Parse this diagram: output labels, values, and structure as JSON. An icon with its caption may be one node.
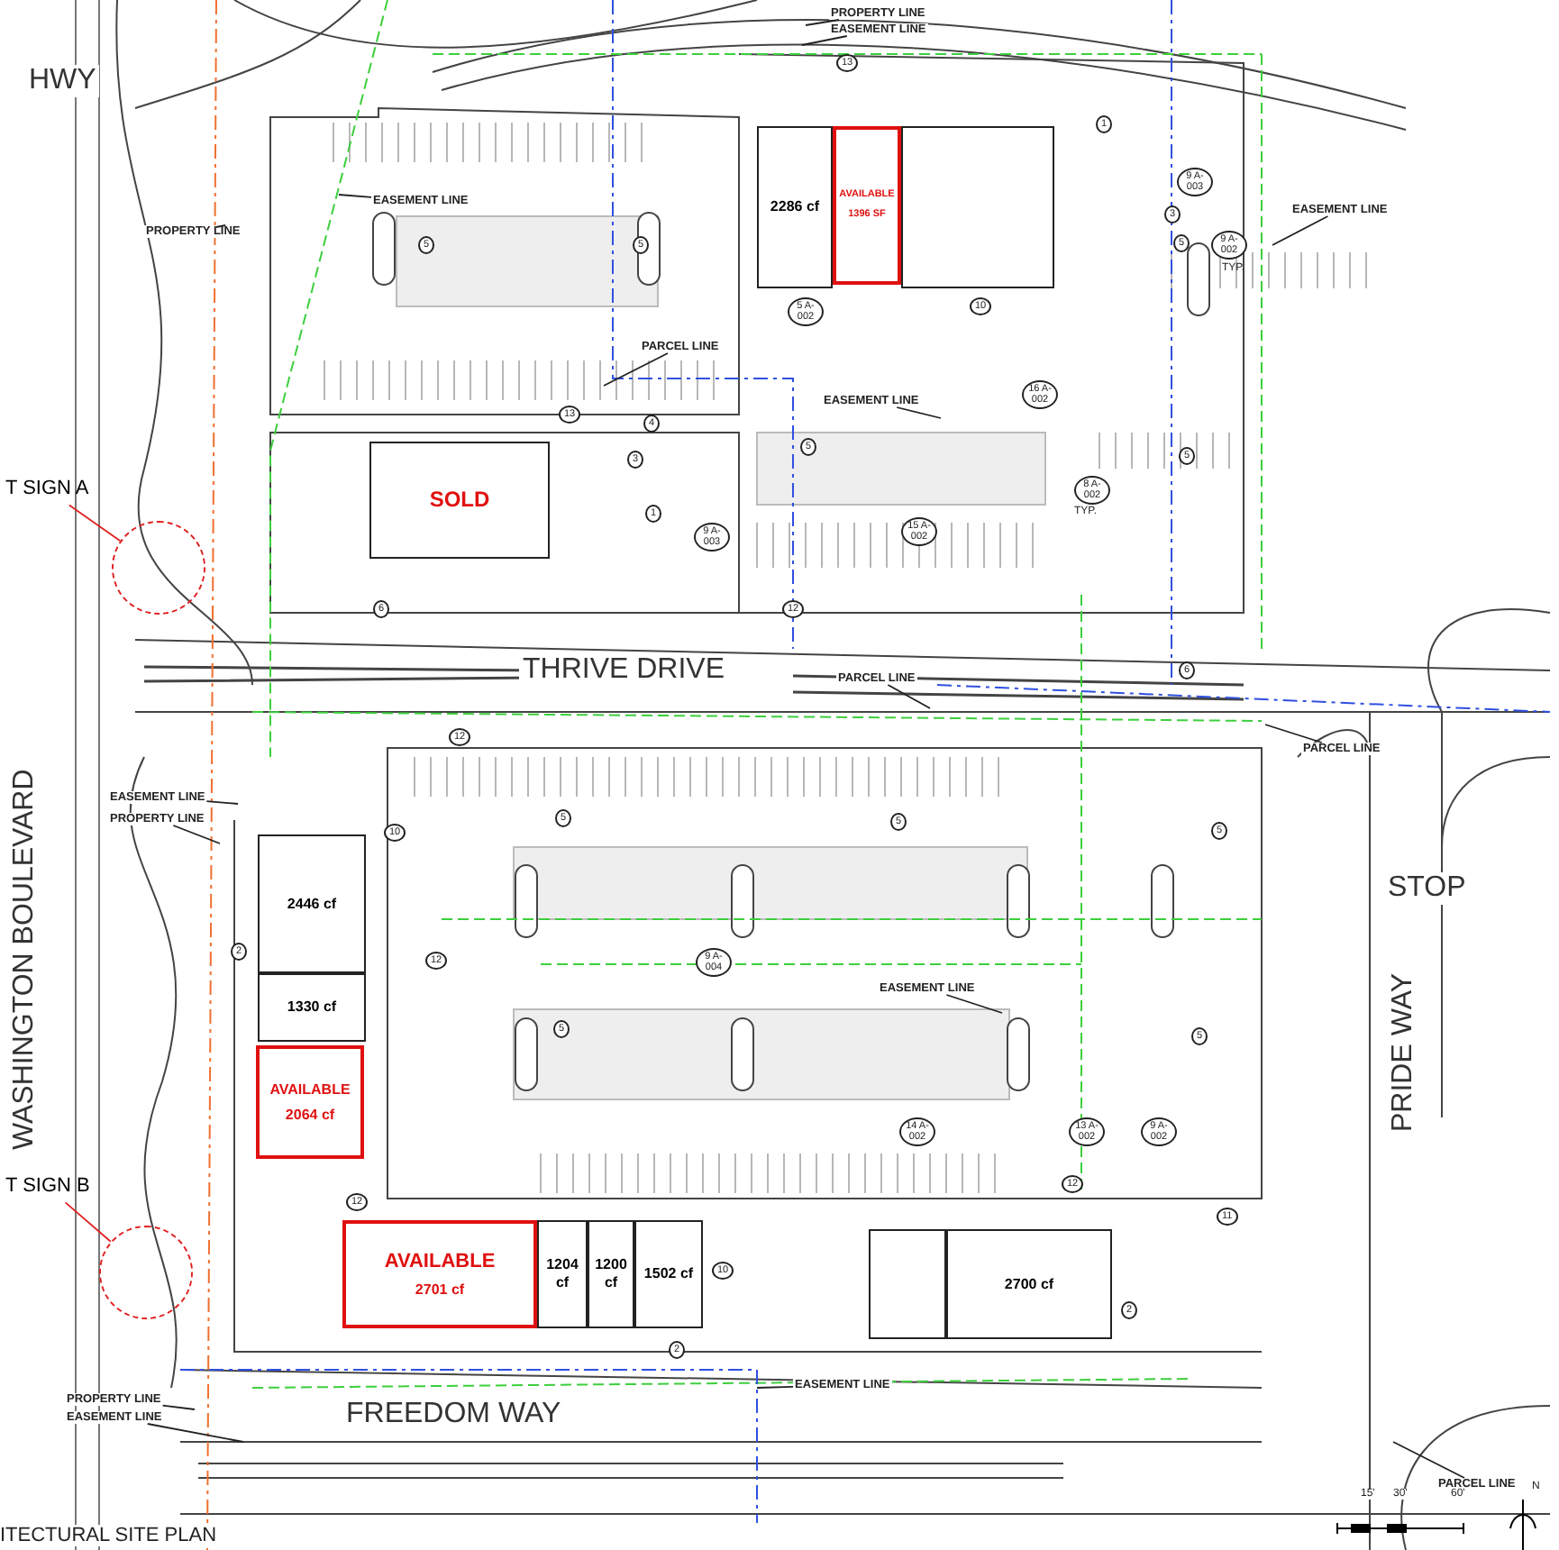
{
  "diagram": {
    "caption": "ITECTURAL SITE PLAN",
    "nodes": [
      {
        "text": [
          "2286 cf"
        ]
      },
      {
        "text": [
          "AVAILABLE",
          "1396 SF"
        ]
      },
      {
        "text": [],
        "shape": "box"
      },
      {
        "text": [
          "SOLD"
        ]
      },
      {
        "text": [
          "2446 cf"
        ]
      },
      {
        "text": [
          "1330 cf"
        ]
      },
      {
        "text": [
          "AVAILABLE",
          "2064 cf"
        ]
      },
      {
        "text": [
          "AVAILABLE",
          "2701 cf"
        ]
      },
      {
        "text": [
          "1204 cf"
        ]
      },
      {
        "text": [
          "1200 cf"
        ]
      },
      {
        "text": [
          "1502 cf"
        ]
      },
      {
        "text": [],
        "shape": "box"
      },
      {
        "text": [
          "2700 cf"
        ]
      },
      {
        "text": [
          "T SIGN A"
        ]
      },
      {
        "text": [],
        "shape": "circle"
      },
      {
        "text": [
          "T SIGN B"
        ]
      },
      {
        "text": [],
        "shape": "circle"
      },
      {
        "text": [
          "PROPERTY LINE"
        ]
      },
      {
        "text": [
          "EASEMENT LINE"
        ]
      },
      {
        "text": [
          "EASEMENT LINE"
        ]
      },
      {
        "text": [
          "PROPERTY LINE"
        ]
      },
      {
        "text": [
          "PARCEL LINE"
        ]
      },
      {
        "text": [
          "EASEMENT LINE"
        ]
      },
      {
        "text": [
          "EASEMENT LINE"
        ]
      },
      {
        "text": [
          "PARCEL LINE"
        ]
      },
      {
        "text": [
          "PARCEL LINE"
        ]
      },
      {
        "text": [
          "EASEMENT LINE"
        ]
      },
      {
        "text": [
          "PROPERTY LINE"
        ]
      },
      {
        "text": [
          "EASEMENT LINE"
        ]
      },
      {
        "text": [
          "EASEMENT LINE"
        ]
      },
      {
        "text": [
          "PROPERTY LINE"
        ]
      },
      {
        "text": [
          "EASEMENT LINE"
        ]
      },
      {
        "text": [
          "PARCEL LINE"
        ]
      }
    ],
    "edges": [
      {
        "from": 13,
        "to": 14,
        "arrow": "none",
        "color": "#e02020"
      },
      {
        "from": 15,
        "to": 16,
        "arrow": "none",
        "color": "#e02020"
      },
      {
        "from": 17,
        "to": null,
        "arrow": "none"
      },
      {
        "from": 18,
        "to": null,
        "arrow": "none"
      },
      {
        "from": 19,
        "to": null,
        "arrow": "none"
      },
      {
        "from": 20,
        "to": null,
        "arrow": "none"
      },
      {
        "from": 21,
        "to": null,
        "arrow": "none"
      },
      {
        "from": 22,
        "to": null,
        "arrow": "none"
      },
      {
        "from": 23,
        "to": null,
        "arrow": "none"
      },
      {
        "from": 24,
        "to": null,
        "arrow": "none"
      },
      {
        "from": 25,
        "to": null,
        "arrow": "none"
      },
      {
        "from": 26,
        "to": null,
        "arrow": "none"
      },
      {
        "from": 27,
        "to": null,
        "arrow": "none"
      },
      {
        "from": 28,
        "to": null,
        "arrow": "none"
      },
      {
        "from": 29,
        "to": null,
        "arrow": "none"
      },
      {
        "from": 30,
        "to": null,
        "arrow": "none"
      },
      {
        "from": 31,
        "to": null,
        "arrow": "none"
      },
      {
        "from": 32,
        "to": null,
        "arrow": "none"
      }
    ],
    "labels": [
      "HWY",
      "13",
      "1",
      "9 A-003",
      "3",
      "5",
      "9 A-002",
      "TYP.",
      "5",
      "5",
      "5 A-002",
      "10",
      "16 A-002",
      "13",
      "4",
      "3",
      "1",
      "9 A-003",
      "5",
      "8 A-002",
      "TYP.",
      "5",
      "15 A-002",
      "6",
      "12",
      "6",
      "THRIVE DRIVE",
      "WASHINGTON BOULEVARD",
      "12",
      "10",
      "2",
      "12",
      "5",
      "5",
      "5",
      "9 A-004",
      "5",
      "STOP",
      "5",
      "14 A-002",
      "13 A-002",
      "9 A-002",
      "12",
      "12",
      "11",
      "10",
      "2",
      "2",
      "PRIDE WAY",
      "FREEDOM WAY",
      "15'",
      "30'",
      "60'",
      "N"
    ]
  }
}
